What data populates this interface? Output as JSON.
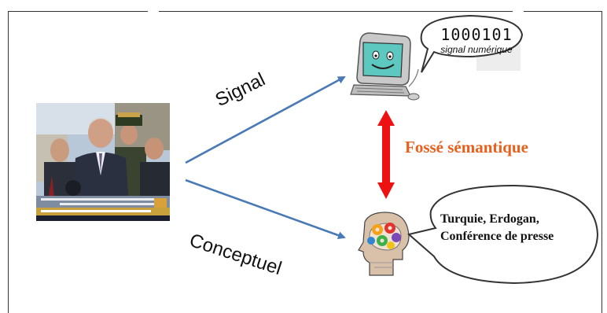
{
  "diagram": {
    "edges": {
      "signal_label": "Signal",
      "concept_label": "Conceptuel"
    },
    "gap": {
      "label": "Fossé sémantique",
      "color": "#e8601c",
      "arrow_color": "#ee1111"
    },
    "digital_bubble": {
      "value": "1000101",
      "caption": "signal numérique"
    },
    "concept_bubble": {
      "lines": [
        "Turquie, Erdogan,",
        "Conférence de presse"
      ]
    },
    "icons": {
      "source": "news-photo",
      "computer": "computer-icon",
      "head": "head-gears-icon"
    },
    "colors": {
      "arrow": "#4a7ab5"
    }
  }
}
